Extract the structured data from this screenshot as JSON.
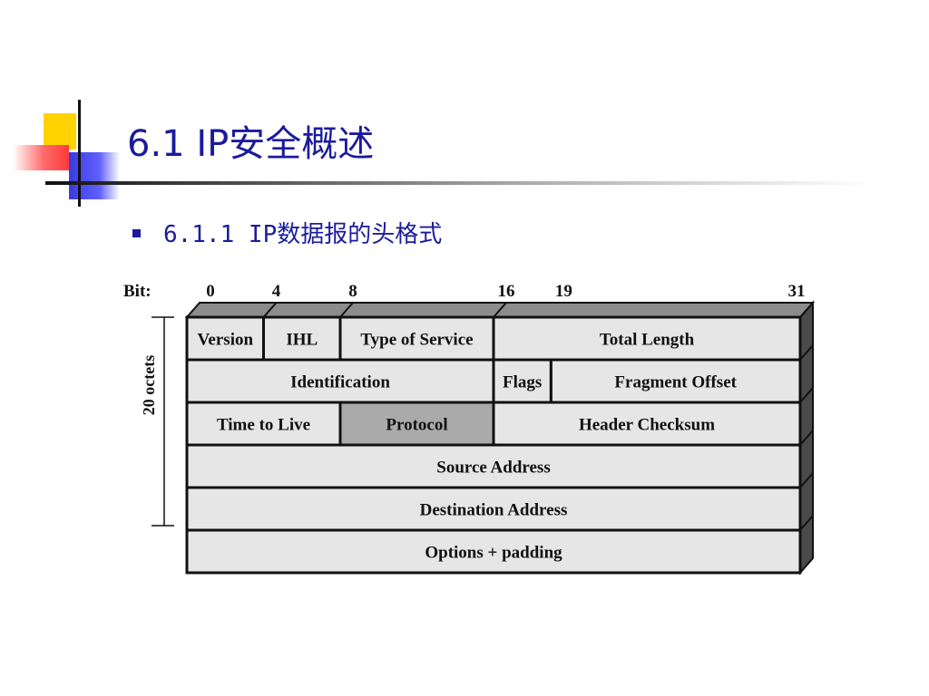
{
  "slide": {
    "title": "6.1 IP安全概述",
    "bullet": "6.1.1 IP数据报的头格式"
  },
  "diagram": {
    "bit_label": "Bit:",
    "bit_ticks": [
      "0",
      "4",
      "8",
      "16",
      "19",
      "31"
    ],
    "side_label": "20 octets",
    "rows": [
      [
        {
          "label": "Version",
          "from": 0,
          "to": 4
        },
        {
          "label": "IHL",
          "from": 4,
          "to": 8
        },
        {
          "label": "Type of Service",
          "from": 8,
          "to": 16
        },
        {
          "label": "Total Length",
          "from": 16,
          "to": 32
        }
      ],
      [
        {
          "label": "Identification",
          "from": 0,
          "to": 16
        },
        {
          "label": "Flags",
          "from": 16,
          "to": 19
        },
        {
          "label": "Fragment Offset",
          "from": 19,
          "to": 32
        }
      ],
      [
        {
          "label": "Time to Live",
          "from": 0,
          "to": 8
        },
        {
          "label": "Protocol",
          "from": 8,
          "to": 16,
          "highlight": true
        },
        {
          "label": "Header Checksum",
          "from": 16,
          "to": 32
        }
      ],
      [
        {
          "label": "Source Address",
          "from": 0,
          "to": 32
        }
      ],
      [
        {
          "label": "Destination Address",
          "from": 0,
          "to": 32
        }
      ],
      [
        {
          "label": "Options + padding",
          "from": 0,
          "to": 32
        }
      ]
    ],
    "colors": {
      "field_fill": "#e6e6e6",
      "highlight_fill": "#aaaaaa",
      "top_face": "#8c8c8c",
      "side_face": "#4a4a4a",
      "border": "#111111"
    }
  }
}
